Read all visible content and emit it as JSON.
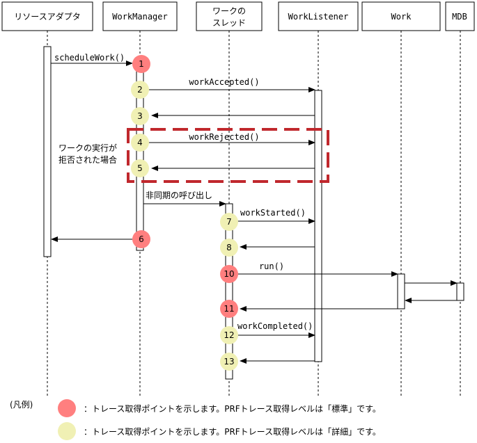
{
  "colors": {
    "detail_point": "#f0f0b4",
    "standard_point": "#ff7f7f",
    "highlight_box": "#c0282d",
    "line": "#000000"
  },
  "lifelines": [
    {
      "id": "adapter",
      "label": [
        "リソースアダプタ"
      ]
    },
    {
      "id": "workmanager",
      "label": [
        "WorkManager"
      ]
    },
    {
      "id": "workthread",
      "label": [
        "ワークの",
        "スレッド"
      ]
    },
    {
      "id": "worklistener",
      "label": [
        "WorkListener"
      ]
    },
    {
      "id": "work",
      "label": [
        "Work"
      ]
    },
    {
      "id": "mdb",
      "label": [
        "MDB"
      ]
    }
  ],
  "messages": [
    {
      "id": "scheduleWork",
      "label": "scheduleWork()"
    },
    {
      "id": "workAccepted",
      "label": "workAccepted()"
    },
    {
      "id": "workRejected",
      "label": "workRejected()"
    },
    {
      "id": "async",
      "label": "非同期の呼び出し"
    },
    {
      "id": "workStarted",
      "label": "workStarted()"
    },
    {
      "id": "run",
      "label": "run()"
    },
    {
      "id": "workCompleted",
      "label": "workCompleted()"
    }
  ],
  "trace_points": [
    {
      "n": "1",
      "level": "standard"
    },
    {
      "n": "2",
      "level": "detail"
    },
    {
      "n": "3",
      "level": "detail"
    },
    {
      "n": "4",
      "level": "detail"
    },
    {
      "n": "5",
      "level": "detail"
    },
    {
      "n": "6",
      "level": "standard"
    },
    {
      "n": "7",
      "level": "detail"
    },
    {
      "n": "8",
      "level": "detail"
    },
    {
      "n": "10",
      "level": "standard"
    },
    {
      "n": "11",
      "level": "standard"
    },
    {
      "n": "12",
      "level": "detail"
    },
    {
      "n": "13",
      "level": "detail"
    }
  ],
  "rejected_note": [
    "ワークの実行が",
    "拒否された場合"
  ],
  "legend": {
    "title": "(凡例)",
    "standard": "：トレース取得ポイントを示します。PRFトレース取得レベルは「標準」です。",
    "detail": "：トレース取得ポイントを示します。PRFトレース取得レベルは「詳細」です。"
  }
}
